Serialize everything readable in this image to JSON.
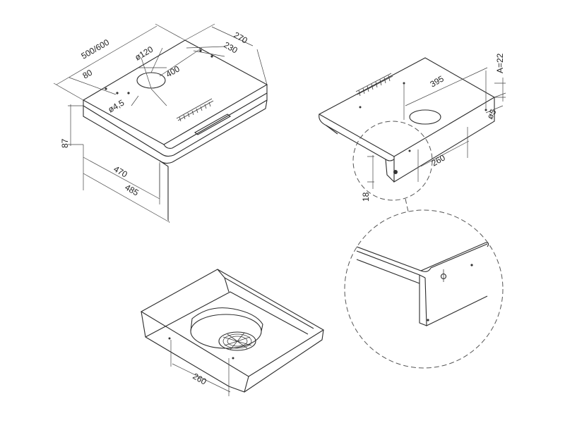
{
  "drawing": {
    "top_view": {
      "width_label": "500/600",
      "depth_label": "270",
      "depth_inner_label": "230",
      "duct_diameter_label": "ø120",
      "hole_spacing_label": "400",
      "front_offset_label": "80",
      "hole_diameter_label": "ø4,5",
      "height_label": "87",
      "front_depth_label": "470",
      "total_depth_label": "485"
    },
    "back_view": {
      "hole_spacing_label": "395",
      "offset_label": "A=22",
      "side_hole_label": "ø5",
      "side_distance_label": "260",
      "edge_height_label": "18"
    },
    "bottom_view": {
      "distance_label": "260"
    }
  }
}
